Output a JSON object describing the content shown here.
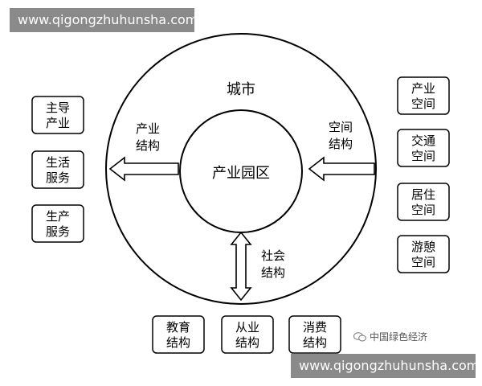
{
  "watermark": {
    "top": "www.qigongzhuhunsha.com",
    "bottom": "www.qigongzhuhunsha.com"
  },
  "badge": {
    "text": "中国绿色经济"
  },
  "diagram": {
    "outer_label": "城市",
    "inner_label": "产业园区",
    "left_arrow_label": [
      "产业",
      "结构"
    ],
    "right_arrow_label": [
      "空间",
      "结构"
    ],
    "bottom_arrow_label": [
      "社会",
      "结构"
    ],
    "left_boxes": [
      {
        "name": "box-leading-industry",
        "lines": [
          "主导",
          "产业"
        ]
      },
      {
        "name": "box-living-services",
        "lines": [
          "生活",
          "服务"
        ]
      },
      {
        "name": "box-production-services",
        "lines": [
          "生产",
          "服务"
        ]
      }
    ],
    "right_boxes": [
      {
        "name": "box-industrial-space",
        "lines": [
          "产业",
          "空间"
        ]
      },
      {
        "name": "box-transport-space",
        "lines": [
          "交通",
          "空间"
        ]
      },
      {
        "name": "box-residential-space",
        "lines": [
          "居住",
          "空间"
        ]
      },
      {
        "name": "box-leisure-space",
        "lines": [
          "游憩",
          "空间"
        ]
      }
    ],
    "bottom_boxes": [
      {
        "name": "box-education-structure",
        "lines": [
          "教育",
          "结构"
        ]
      },
      {
        "name": "box-employment-structure",
        "lines": [
          "从业",
          "结构"
        ]
      },
      {
        "name": "box-consumption-structure",
        "lines": [
          "消费",
          "结构"
        ]
      }
    ]
  }
}
